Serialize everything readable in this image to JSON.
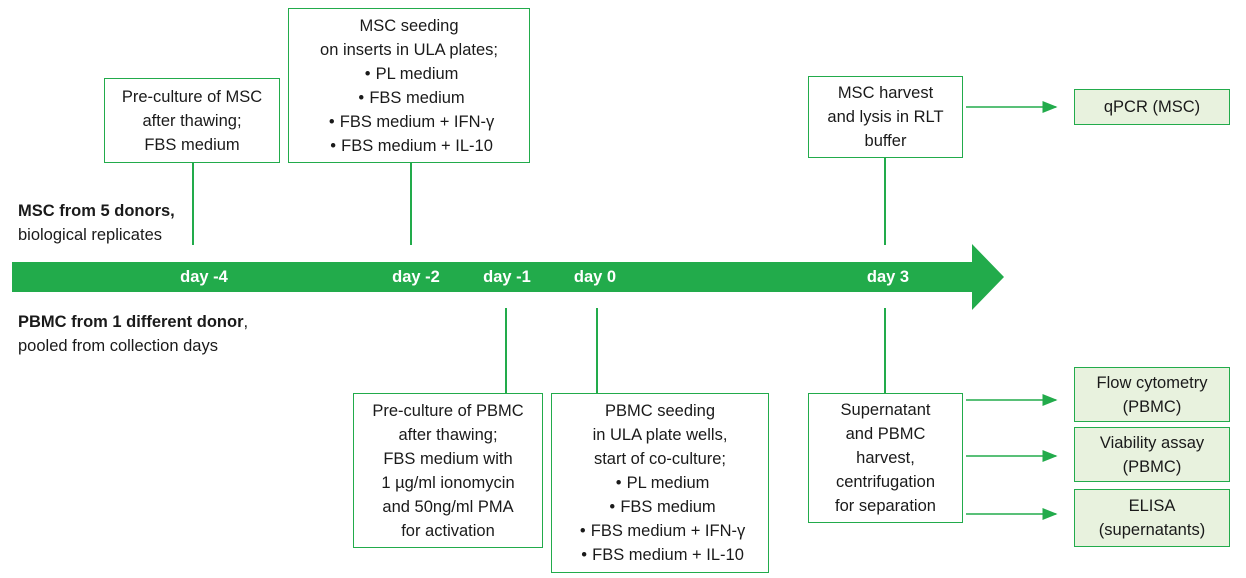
{
  "colors": {
    "accent": "#22ab4b",
    "result_fill": "#e8f2de"
  },
  "lanes": {
    "msc": {
      "bold": "MSC from 5 donors,",
      "normal": "biological replicates"
    },
    "pbmc": {
      "bold": "PBMC from 1 different donor",
      "bold_suffix": ",",
      "normal": "pooled from collection days"
    }
  },
  "timeline": {
    "days": [
      "day -4",
      "day -2",
      "day -1",
      "day 0",
      "day 3"
    ]
  },
  "top_boxes": {
    "preculture_msc": {
      "lines": [
        "Pre-culture of MSC",
        "after thawing;",
        "FBS medium"
      ]
    },
    "msc_seeding": {
      "lines": [
        "MSC seeding",
        "on inserts in ULA plates;"
      ],
      "items": [
        "PL medium",
        "FBS medium",
        "FBS medium + IFN-γ",
        "FBS medium + IL-10"
      ]
    },
    "msc_harvest": {
      "lines": [
        "MSC harvest",
        "and lysis in RLT",
        "buffer"
      ]
    }
  },
  "bottom_boxes": {
    "preculture_pbmc": {
      "lines": [
        "Pre-culture of PBMC",
        "after thawing;",
        "FBS medium with",
        "1 µg/ml ionomycin",
        "and 50ng/ml PMA",
        "for activation"
      ]
    },
    "pbmc_seeding": {
      "lines": [
        "PBMC seeding",
        "in ULA plate wells,",
        "start of co-culture;"
      ],
      "items": [
        "PL medium",
        "FBS medium",
        "FBS medium + IFN-γ",
        "FBS medium + IL-10"
      ]
    },
    "supernatant_harvest": {
      "lines": [
        "Supernatant",
        "and PBMC",
        "harvest,",
        "centrifugation",
        "for separation"
      ]
    }
  },
  "results": {
    "qpcr": {
      "lines": [
        "qPCR (MSC)"
      ]
    },
    "flow": {
      "lines": [
        "Flow cytometry",
        "(PBMC)"
      ]
    },
    "viability": {
      "lines": [
        "Viability assay",
        "(PBMC)"
      ]
    },
    "elisa": {
      "lines": [
        "ELISA",
        "(supernatants)"
      ]
    }
  }
}
